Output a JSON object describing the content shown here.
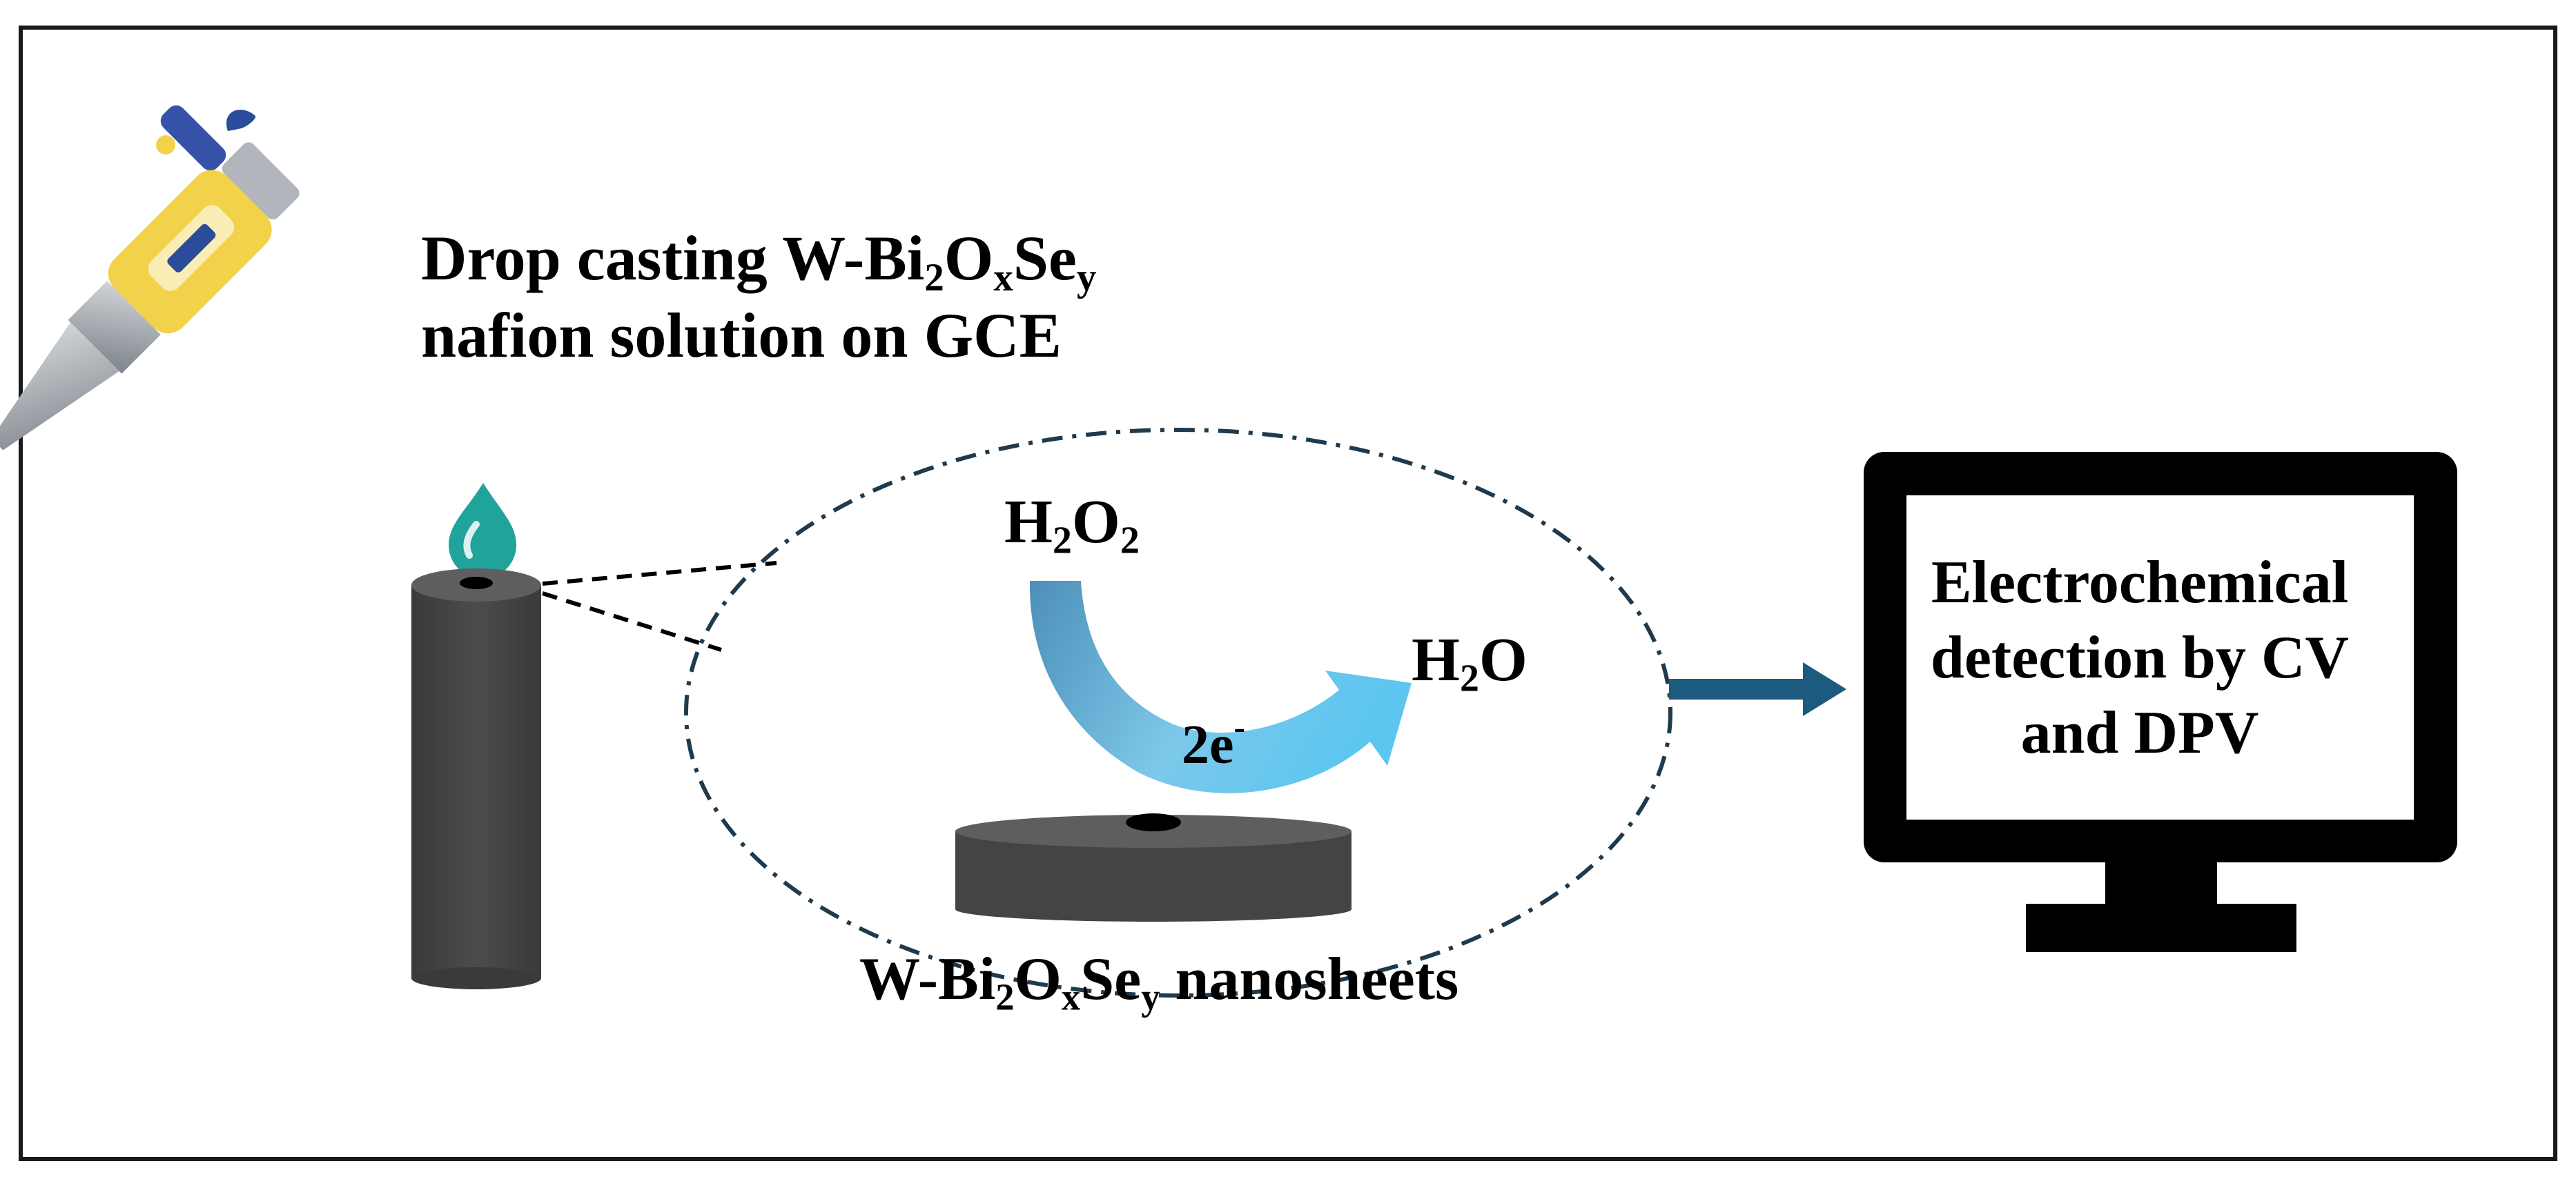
{
  "labels": {
    "drop_line1": {
      "main": "Drop casting W-Bi",
      "sub1": "2",
      "mid": "O",
      "sub2": "x",
      "tail": "Se",
      "sub3": "y"
    },
    "drop_line2": "nafion solution on GCE",
    "h2o2": {
      "h": "H",
      "s1": "2",
      "o": "O",
      "s2": "2"
    },
    "h2o": {
      "h": "H",
      "s1": "2",
      "o": "O"
    },
    "electrons": {
      "num": "2e",
      "sup": "-"
    },
    "nanosheets": {
      "main": "W-Bi",
      "sub1": "2",
      "mid": "O",
      "sub2": "x",
      "tail": "Se",
      "sub3": "y",
      "suffix": " nanosheets"
    },
    "detection": {
      "line1": "Electrochemical",
      "line2": "detection by CV",
      "line3": "and DPV"
    }
  },
  "colors": {
    "border": "#1a1a1a",
    "electrode": "#444444",
    "electrode_top": "#5e5e5e",
    "ellipse_dash": "#1f3a4d",
    "arrow_light": "#5cc6f0",
    "arrow_dark": "#4d8fb8",
    "process_arrow": "#1d5a80",
    "monitor": "#000000",
    "droplet": "#1fa39a",
    "pipette_yellow": "#f2d24a",
    "pipette_blue": "#2b4c9a",
    "pipette_gray": "#9aa0a6"
  },
  "icons": [
    "pipette-icon",
    "droplet-icon",
    "electrode-icon",
    "electrode-disk-icon",
    "monitor-icon",
    "arrow-right-icon",
    "reaction-arrow-icon"
  ]
}
